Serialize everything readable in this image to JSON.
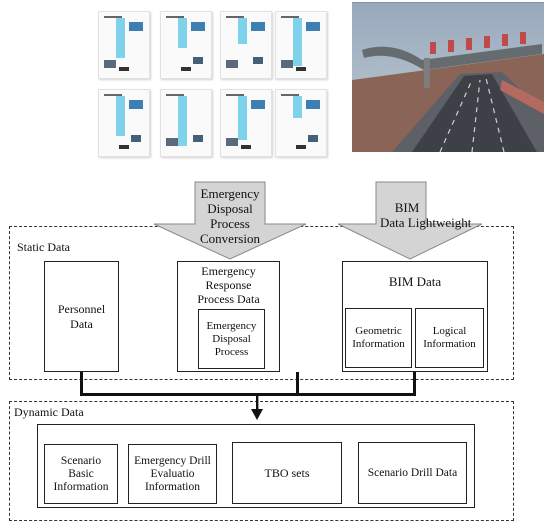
{
  "top_arrows": {
    "left": [
      "Emergency",
      "Disposal",
      "Process",
      "Conversion"
    ],
    "right": [
      "BIM",
      "Data Lightweight"
    ]
  },
  "static": {
    "title": "Static Data",
    "personnel": [
      "Personnel",
      "Data"
    ],
    "response": [
      "Emergency",
      "Response",
      "Process Data"
    ],
    "disposal": [
      "Emergency",
      "Disposal",
      "Process"
    ],
    "bim": "BIM Data",
    "geometric": [
      "Geometric",
      "Information"
    ],
    "logical": [
      "Logical",
      "Information"
    ]
  },
  "dynamic": {
    "title": "Dynamic Data",
    "scenario_basic": [
      "Scenario",
      "Basic",
      "Information"
    ],
    "evaluation": [
      "Emergency Drill",
      "Evaluatio",
      "Information"
    ],
    "tbo": "TBO sets",
    "drill": "Scenario Drill Data"
  },
  "colors": {
    "arrow_fill": "#d4d4d4",
    "arrow_stroke": "#8a8a8a",
    "sky": "#aab9c9",
    "pipe": "#7ed3ea"
  }
}
